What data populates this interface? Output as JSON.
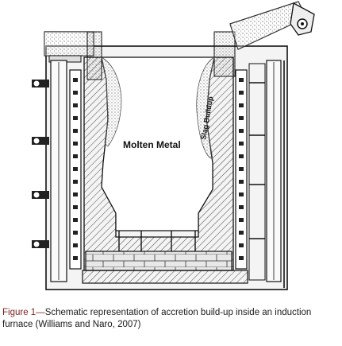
{
  "diagram": {
    "labels": {
      "molten_metal": "Molten Metal",
      "slag_buildup": "Slag Buildup"
    }
  },
  "caption": {
    "lead": "Figure 1—",
    "text": "Schematic representation of accretion build-up inside an induction furnace (Williams and Naro, 2007)"
  }
}
